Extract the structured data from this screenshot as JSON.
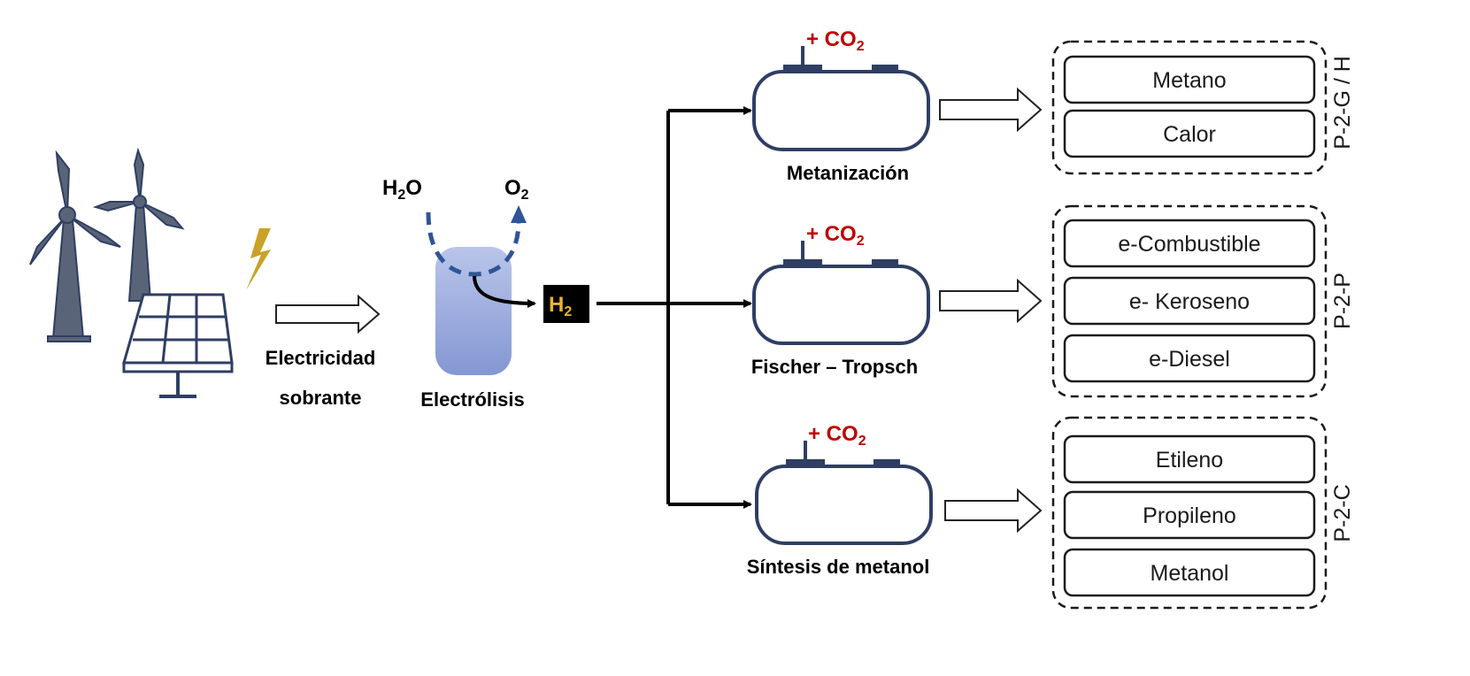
{
  "colors": {
    "navy": "#2f3e63",
    "steel": "#5a6478",
    "accent_red": "#c00000",
    "h2_gold": "#e8b530",
    "lightning": "#c9a227",
    "electrolyzer_fill": "#8ea2d8"
  },
  "icons": {
    "wind": "wind-turbine-icon",
    "solar": "solar-panel-icon",
    "bolt": "lightning-bolt-icon"
  },
  "source": {
    "label_line1": "Electricidad",
    "label_line2": "sobrante"
  },
  "electrolysis": {
    "h2o": "H",
    "h2o_sub": "2",
    "h2o_tail": "O",
    "o2": "O",
    "o2_sub": "2",
    "label": "Electrólisis",
    "h2": "H",
    "h2_sub": "2"
  },
  "co2": {
    "prefix": "+ CO",
    "sub": "2"
  },
  "processes": [
    {
      "label": "Metanización"
    },
    {
      "label": "Fischer – Tropsch"
    },
    {
      "label": "Síntesis de metanol"
    }
  ],
  "groups": [
    {
      "tag": "P-2-G / H",
      "products": [
        "Metano",
        "Calor"
      ]
    },
    {
      "tag": "P-2-P",
      "products": [
        "e-Combustible",
        "e- Keroseno",
        "e-Diesel"
      ]
    },
    {
      "tag": "P-2-C",
      "products": [
        "Etileno",
        "Propileno",
        "Metanol"
      ]
    }
  ]
}
